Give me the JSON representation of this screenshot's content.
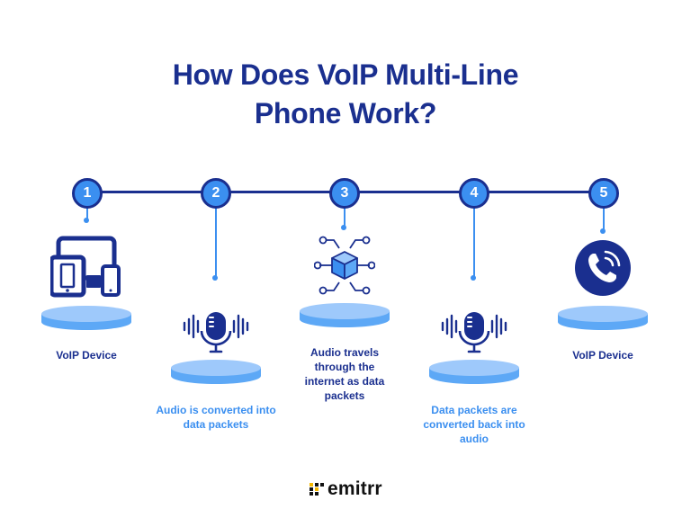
{
  "title": {
    "line1": "How Does VoIP Multi-Line",
    "line2": "Phone Work?"
  },
  "steps": [
    {
      "number": "1",
      "label": "VoIP Device"
    },
    {
      "number": "2",
      "label": "Audio is converted into data packets"
    },
    {
      "number": "3",
      "label": "Audio travels through the internet as data packets"
    },
    {
      "number": "4",
      "label": "Data packets are converted back into audio"
    },
    {
      "number": "5",
      "label": "VoIP Device"
    }
  ],
  "brand": {
    "name": "emitrr"
  },
  "colors": {
    "navy": "#1a2f8f",
    "blue": "#3b8ff0",
    "pedestal_top": "#9ec9fb",
    "pedestal_side": "#5da8f6"
  }
}
